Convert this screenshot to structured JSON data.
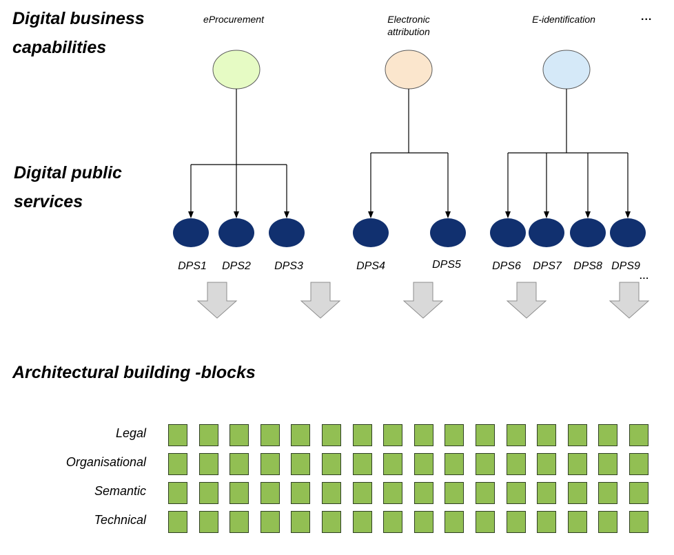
{
  "sections": {
    "business_capabilities": "Digital business capabilities",
    "business_capabilities_line1": "Digital business",
    "business_capabilities_line2": "capabilities",
    "public_services_line1": "Digital public",
    "public_services_line2": "services",
    "building_blocks": "Architectural building -blocks"
  },
  "capabilities": [
    {
      "id": "cap1",
      "label": "eProcurement",
      "fill": "#e6fbc4"
    },
    {
      "id": "cap2",
      "label_line1": "Electronic",
      "label_line2": "attribution",
      "fill": "#fbe6cd"
    },
    {
      "id": "cap3",
      "label": "E-identification",
      "fill": "#d5e9f8"
    }
  ],
  "capabilities_more": "...",
  "services": [
    {
      "id": "dps1",
      "label": "DPS1",
      "capability": "cap1"
    },
    {
      "id": "dps2",
      "label": "DPS2",
      "capability": "cap1"
    },
    {
      "id": "dps3",
      "label": "DPS3",
      "capability": "cap1"
    },
    {
      "id": "dps4",
      "label": "DPS4",
      "capability": "cap2"
    },
    {
      "id": "dps5",
      "label": "DPS5",
      "capability": "cap2"
    },
    {
      "id": "dps6",
      "label": "DPS6",
      "capability": "cap3"
    },
    {
      "id": "dps7",
      "label": "DPS7",
      "capability": "cap3"
    },
    {
      "id": "dps8",
      "label": "DPS8",
      "capability": "cap3"
    },
    {
      "id": "dps9",
      "label": "DPS9",
      "capability": "cap3"
    }
  ],
  "services_more": "...",
  "service_fill": "#11306f",
  "arrow_fill": "#d9d9d9",
  "layers": [
    "Legal",
    "Organisational",
    "Semantic",
    "Technical"
  ],
  "blocks_per_layer": 16,
  "block_fill": "#92bf53"
}
